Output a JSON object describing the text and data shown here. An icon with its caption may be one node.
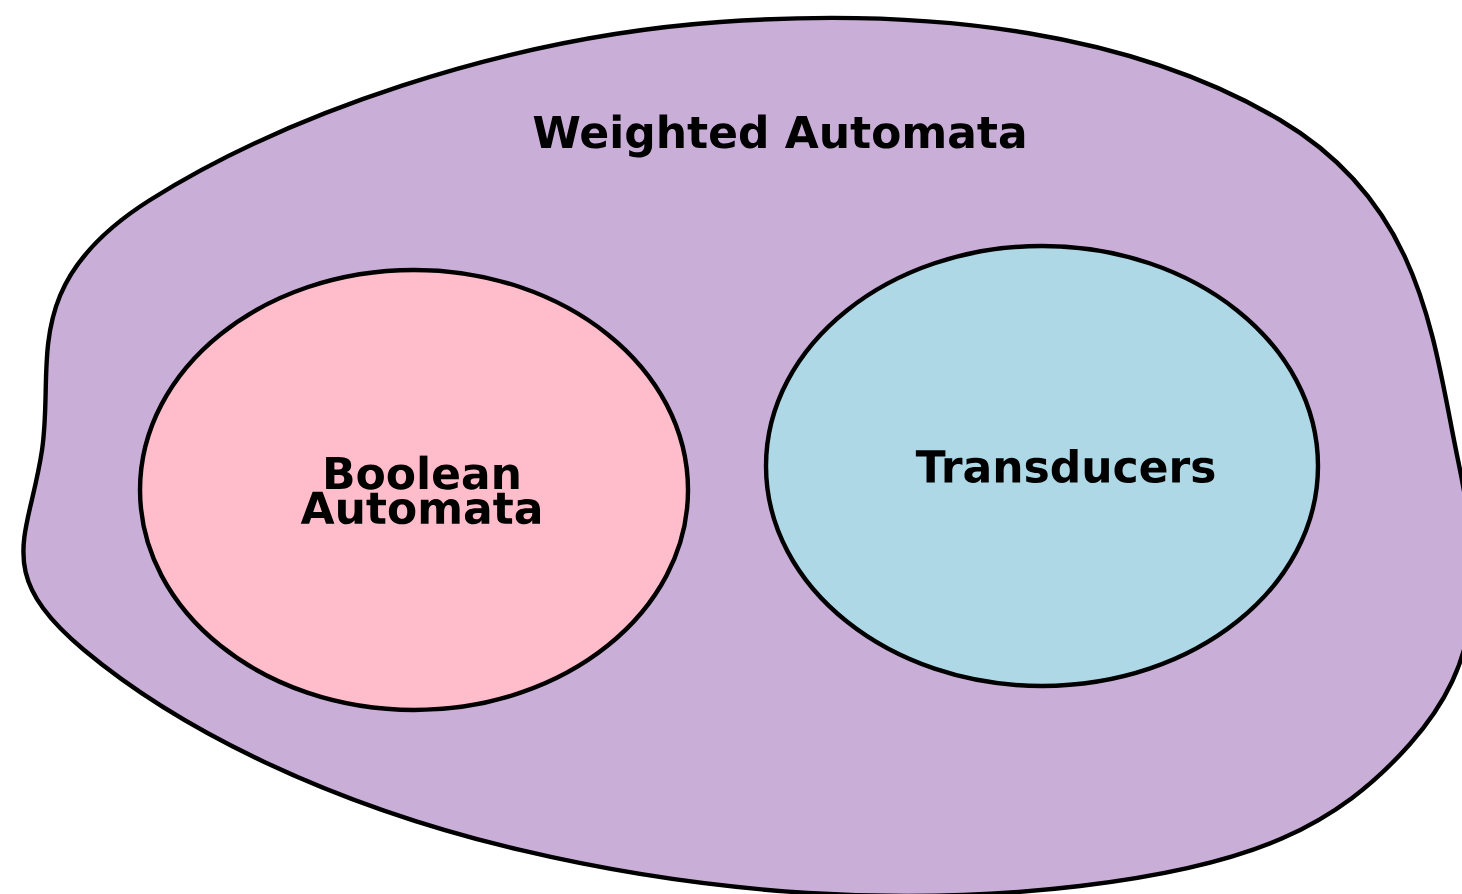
{
  "diagram": {
    "nodes": [
      {
        "text": [
          "Weighted Automata"
        ]
      },
      {
        "text": [
          "Boolean Automata"
        ],
        "in": 0
      },
      {
        "text": [
          "Transducers"
        ],
        "in": 0
      }
    ]
  }
}
